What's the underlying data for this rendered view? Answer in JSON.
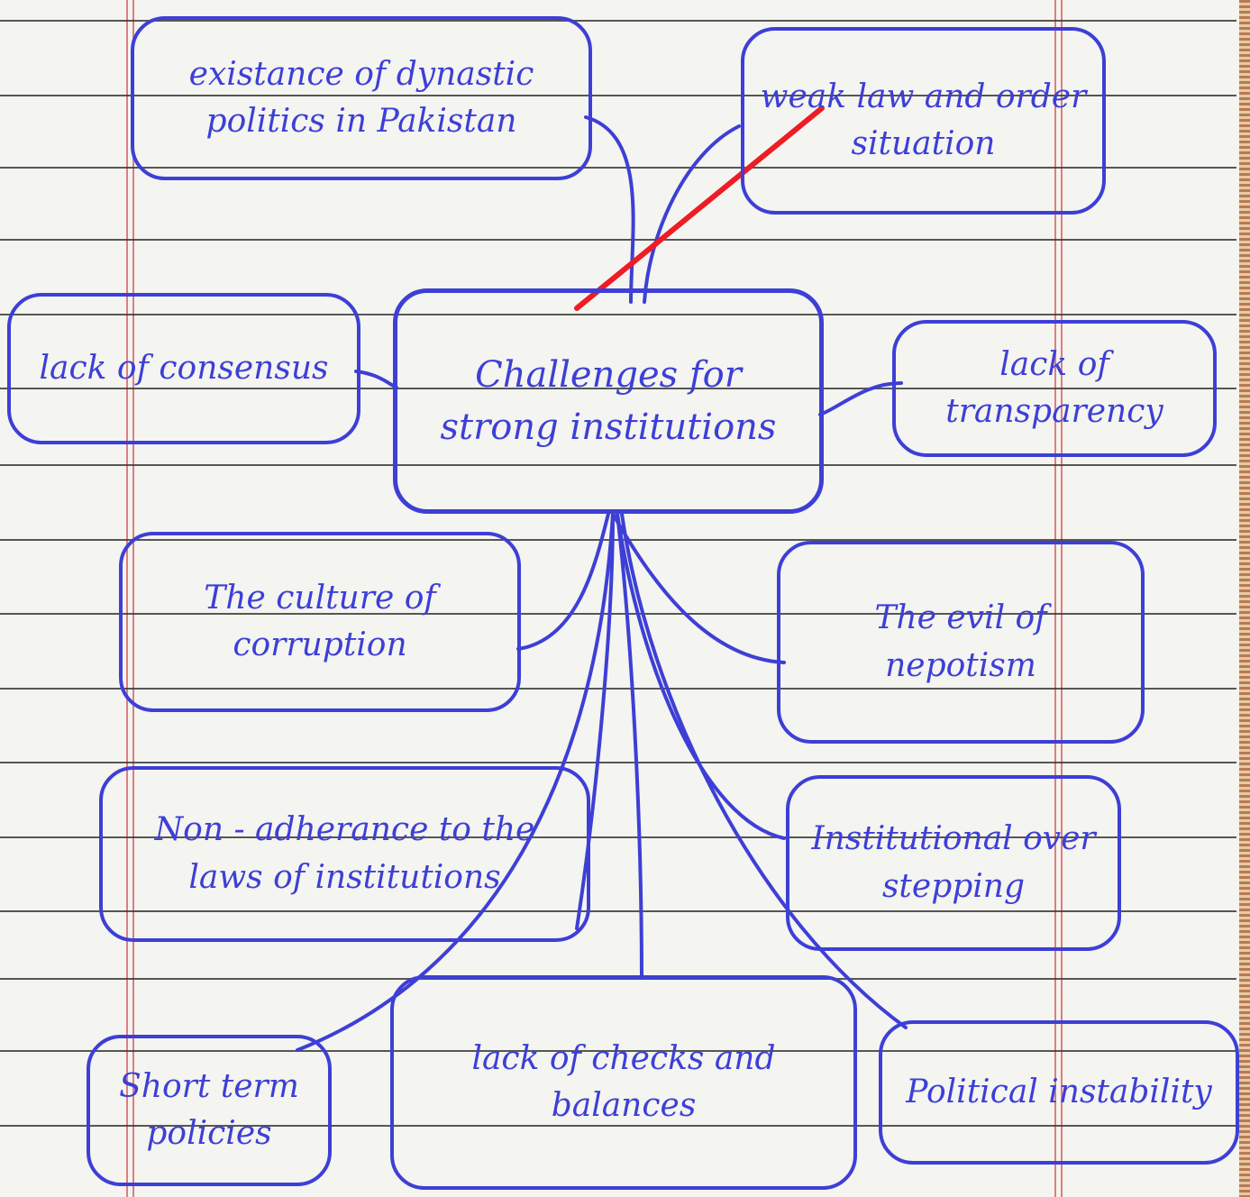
{
  "diagram": {
    "center": {
      "text": "Challenges for strong institutions"
    },
    "nodes": [
      {
        "id": "dynastic",
        "text": "existance of dynastic politics in Pakistan"
      },
      {
        "id": "law-order",
        "text": "weak law and order situation"
      },
      {
        "id": "consensus",
        "text": "lack of consensus"
      },
      {
        "id": "transparency",
        "text": "lack of transparency"
      },
      {
        "id": "corruption",
        "text": "The culture of corruption"
      },
      {
        "id": "nepotism",
        "text": "The evil of nepotism"
      },
      {
        "id": "non-adherance",
        "text": "Non - adherance to the laws of institutions"
      },
      {
        "id": "overstepping",
        "text": "Institutional over stepping"
      },
      {
        "id": "checks",
        "text": "lack of checks and balances"
      },
      {
        "id": "short-term",
        "text": "Short term policies"
      },
      {
        "id": "instability",
        "text": "Political instability"
      }
    ],
    "colors": {
      "ink": "#3d3fd6",
      "annotation": "#ee1c24",
      "paper": "#f4f4f0"
    }
  }
}
